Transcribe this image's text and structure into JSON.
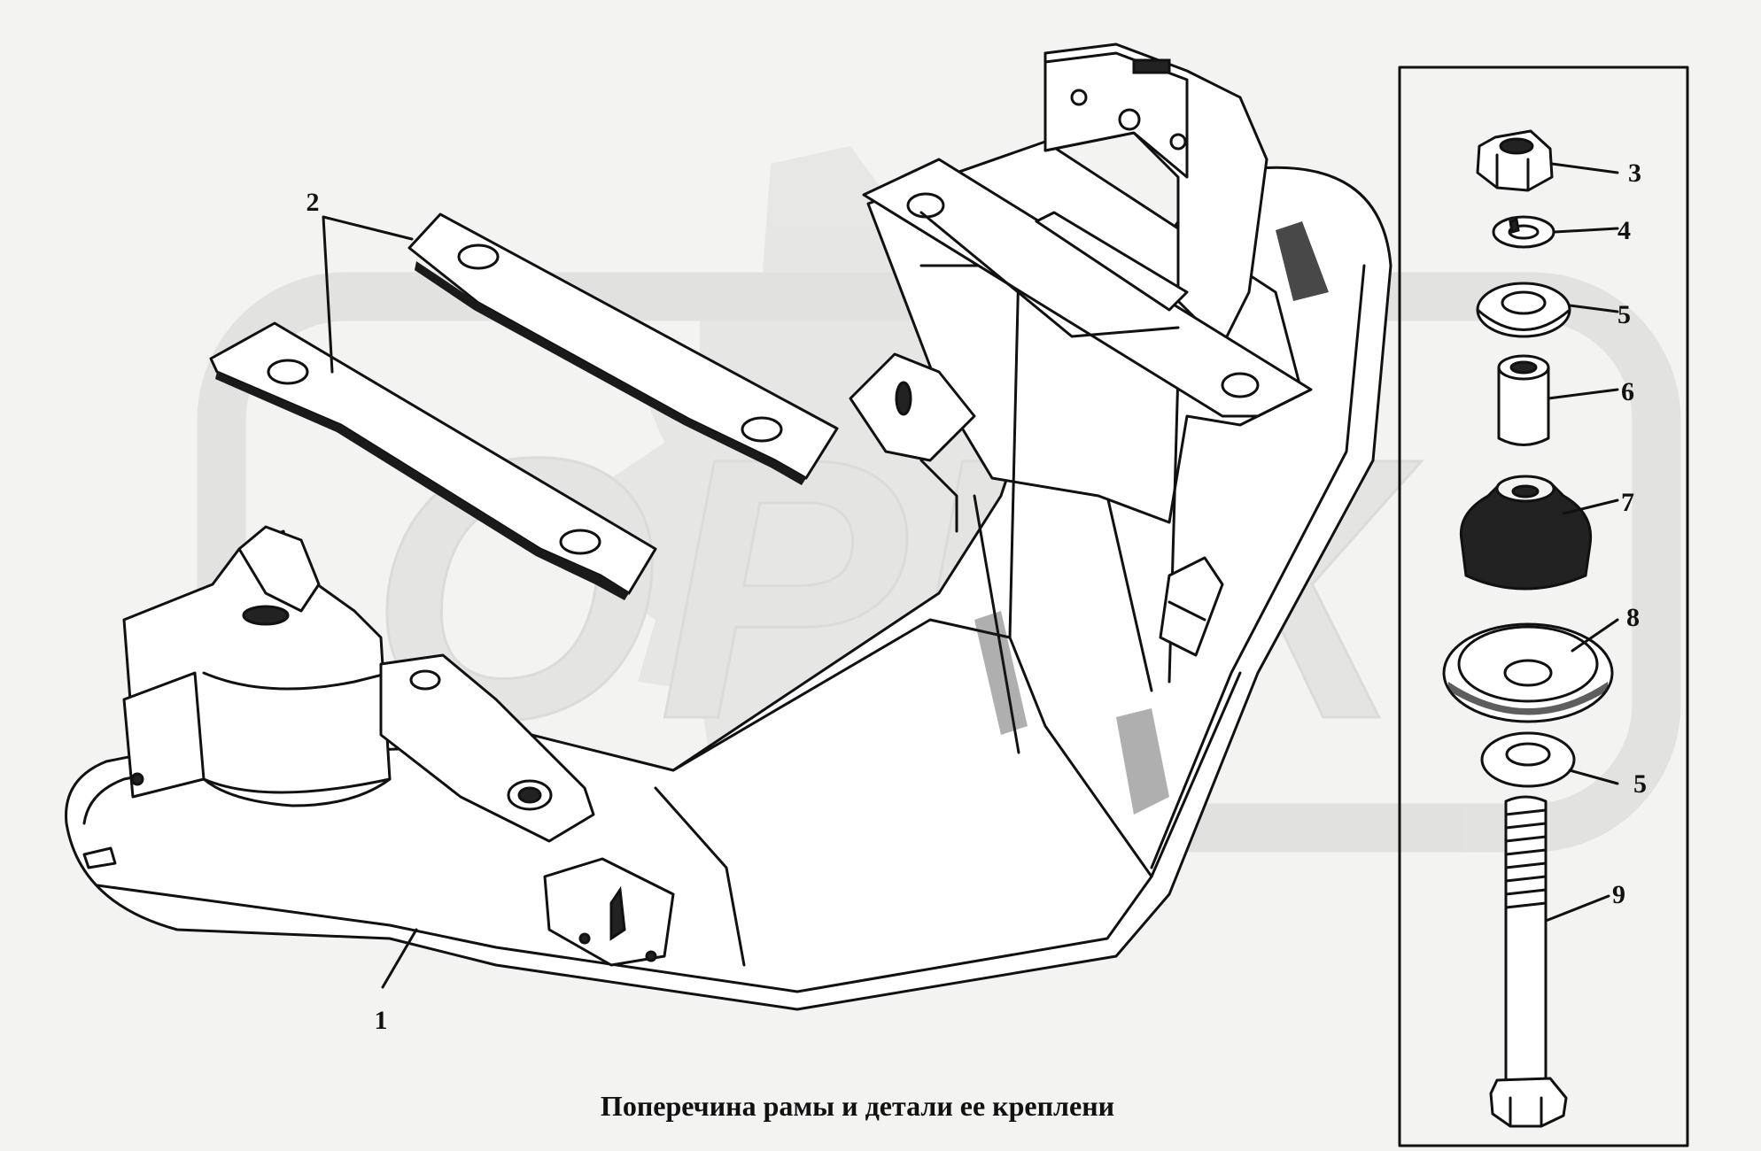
{
  "caption": "Поперечина рамы и детали ее креплени",
  "watermark": "OPEX",
  "callouts": [
    {
      "id": "1",
      "label": "1"
    },
    {
      "id": "2",
      "label": "2"
    },
    {
      "id": "3",
      "label": "3"
    },
    {
      "id": "4",
      "label": "4"
    },
    {
      "id": "5a",
      "label": "5"
    },
    {
      "id": "6",
      "label": "6"
    },
    {
      "id": "7",
      "label": "7"
    },
    {
      "id": "8",
      "label": "8"
    },
    {
      "id": "5b",
      "label": "5"
    },
    {
      "id": "9",
      "label": "9"
    }
  ],
  "colors": {
    "background": "#f3f3f1",
    "line": "#111111",
    "watermark": "#d2d2d0"
  }
}
